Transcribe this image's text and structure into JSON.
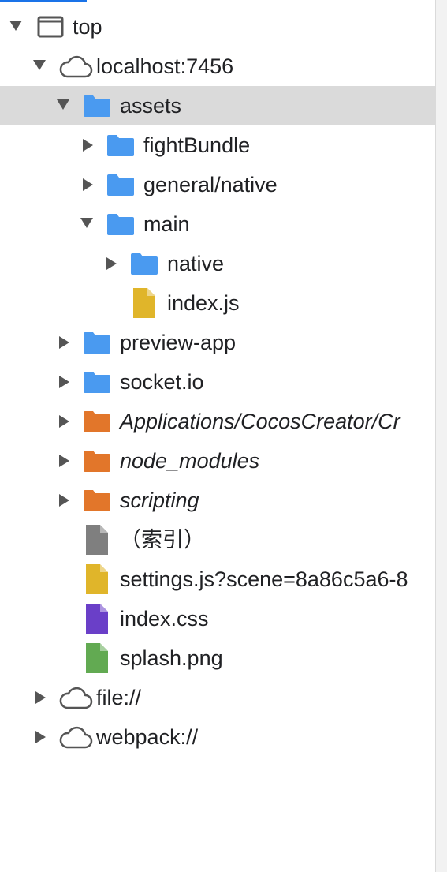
{
  "tree": [
    {
      "label": "top",
      "type": "frame",
      "arrow": "down",
      "depth": 0
    },
    {
      "label": "localhost:7456",
      "type": "cloud",
      "arrow": "down",
      "depth": 1
    },
    {
      "label": "assets",
      "type": "folder",
      "arrow": "down",
      "depth": 2,
      "selected": true
    },
    {
      "label": "fightBundle",
      "type": "folder",
      "arrow": "right",
      "depth": 3
    },
    {
      "label": "general/native",
      "type": "folder",
      "arrow": "right",
      "depth": 3
    },
    {
      "label": "main",
      "type": "folder",
      "arrow": "down",
      "depth": 3
    },
    {
      "label": "native",
      "type": "folder",
      "arrow": "right",
      "depth": 4
    },
    {
      "label": "index.js",
      "type": "file-js",
      "arrow": "none",
      "depth": 4
    },
    {
      "label": "preview-app",
      "type": "folder",
      "arrow": "right",
      "depth": 2
    },
    {
      "label": "socket.io",
      "type": "folder",
      "arrow": "right",
      "depth": 2
    },
    {
      "label": "Applications/CocosCreator/Cr",
      "type": "folder-orange",
      "arrow": "right",
      "depth": 2,
      "italic": true
    },
    {
      "label": "node_modules",
      "type": "folder-orange",
      "arrow": "right",
      "depth": 2,
      "italic": true
    },
    {
      "label": "scripting",
      "type": "folder-orange",
      "arrow": "right",
      "depth": 2,
      "italic": true
    },
    {
      "label": "（索引）",
      "type": "file-doc",
      "arrow": "none",
      "depth": 2
    },
    {
      "label": "settings.js?scene=8a86c5a6-8",
      "type": "file-js",
      "arrow": "none",
      "depth": 2
    },
    {
      "label": "index.css",
      "type": "file-css",
      "arrow": "none",
      "depth": 2
    },
    {
      "label": "splash.png",
      "type": "file-img",
      "arrow": "none",
      "depth": 2
    },
    {
      "label": "file://",
      "type": "cloud",
      "arrow": "right",
      "depth": 1
    },
    {
      "label": "webpack://",
      "type": "cloud",
      "arrow": "right",
      "depth": 1
    }
  ],
  "colors": {
    "folder": "#4a9af0",
    "folder_orange": "#e2762a",
    "file_js": "#e0b52a",
    "file_doc": "#7f7f7f",
    "file_css": "#6a3fc8",
    "file_img": "#62aa52",
    "selected_row": "#dadada",
    "accent": "#1a73e8"
  },
  "icons": {
    "frame": "frame-icon",
    "cloud": "cloud-icon",
    "folder": "folder-icon",
    "folder-orange": "folder-icon",
    "file-js": "js-file-icon",
    "file-doc": "document-file-icon",
    "file-css": "css-file-icon",
    "file-img": "image-file-icon"
  }
}
